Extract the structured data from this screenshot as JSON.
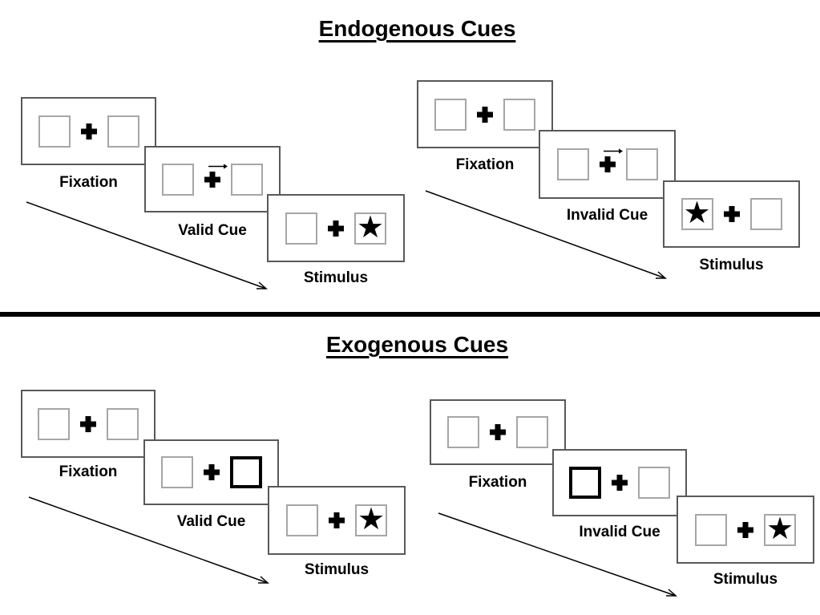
{
  "colors": {
    "background": "#ffffff",
    "panel_border": "#595959",
    "placeholder_box_border": "#a6a6a6",
    "cue_box_border": "#000000",
    "ink": "#000000"
  },
  "sections": {
    "endogenous": {
      "title": "Endogenous Cues",
      "sequences": {
        "valid": {
          "fixation_label": "Fixation",
          "cue_label": "Valid Cue",
          "stimulus_label": "Stimulus",
          "cue_type": "central arrow above fixation cross",
          "cue_direction": "right",
          "stimulus_side": "right"
        },
        "invalid": {
          "fixation_label": "Fixation",
          "cue_label": "Invalid Cue",
          "stimulus_label": "Stimulus",
          "cue_type": "central arrow above fixation cross",
          "cue_direction": "right",
          "stimulus_side": "left"
        }
      }
    },
    "exogenous": {
      "title": "Exogenous Cues",
      "sequences": {
        "valid": {
          "fixation_label": "Fixation",
          "cue_label": "Valid Cue",
          "stimulus_label": "Stimulus",
          "cue_type": "bold outline box",
          "cue_side": "right",
          "stimulus_side": "right"
        },
        "invalid": {
          "fixation_label": "Fixation",
          "cue_label": "Invalid Cue",
          "stimulus_label": "Stimulus",
          "cue_type": "bold outline box",
          "cue_side": "left",
          "stimulus_side": "right"
        }
      }
    }
  },
  "glyphs": {
    "star": "★"
  }
}
